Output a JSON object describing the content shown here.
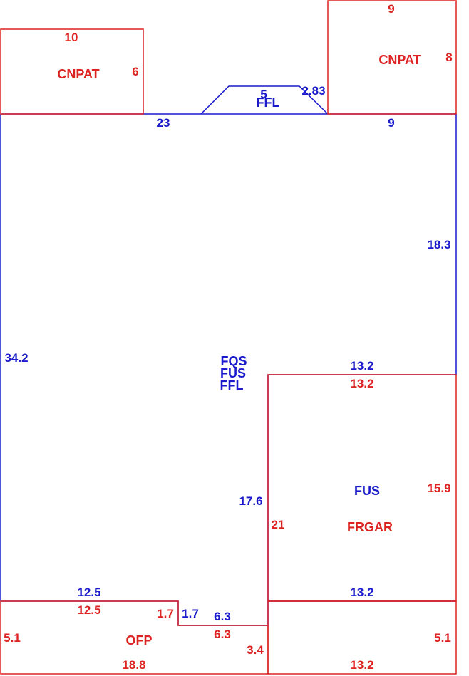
{
  "colors": {
    "blue": "#1a1acc",
    "red": "#dd2222",
    "background": "#ffffff"
  },
  "areas": {
    "cnpat_left": {
      "label": "CNPAT",
      "dim_top": "10",
      "dim_right": "6"
    },
    "cnpat_right": {
      "label": "CNPAT",
      "dim_top": "9",
      "dim_right": "8"
    },
    "ffl_bump": {
      "label": "FFL",
      "dim_top": "5",
      "dim_diag": "2.83"
    },
    "main": {
      "labels": [
        "FQS",
        "FUS",
        "FFL"
      ],
      "dim_top_left": "23",
      "dim_top_right": "9",
      "dim_right": "18.3",
      "dim_left": "34.2",
      "dim_step_top": "13.2",
      "dim_inner_vertical": "17.6",
      "dim_bottom_left": "12.5",
      "dim_notch_vertical": "1.7",
      "dim_notch_bottom": "6.3",
      "dim_garage_bottom": "13.2"
    },
    "garage": {
      "label_upper": "FUS",
      "label_lower": "FRGAR",
      "dim_top": "13.2",
      "dim_right": "15.9",
      "dim_left": "21"
    },
    "ofp": {
      "label": "OFP",
      "dim_top": "12.5",
      "dim_notch_vertical": "1.7",
      "dim_notch_top": "6.3",
      "dim_right": "3.4",
      "dim_left": "5.1",
      "dim_bottom": "18.8"
    },
    "lower_right": {
      "dim_right": "5.1",
      "dim_bottom": "13.2"
    }
  }
}
